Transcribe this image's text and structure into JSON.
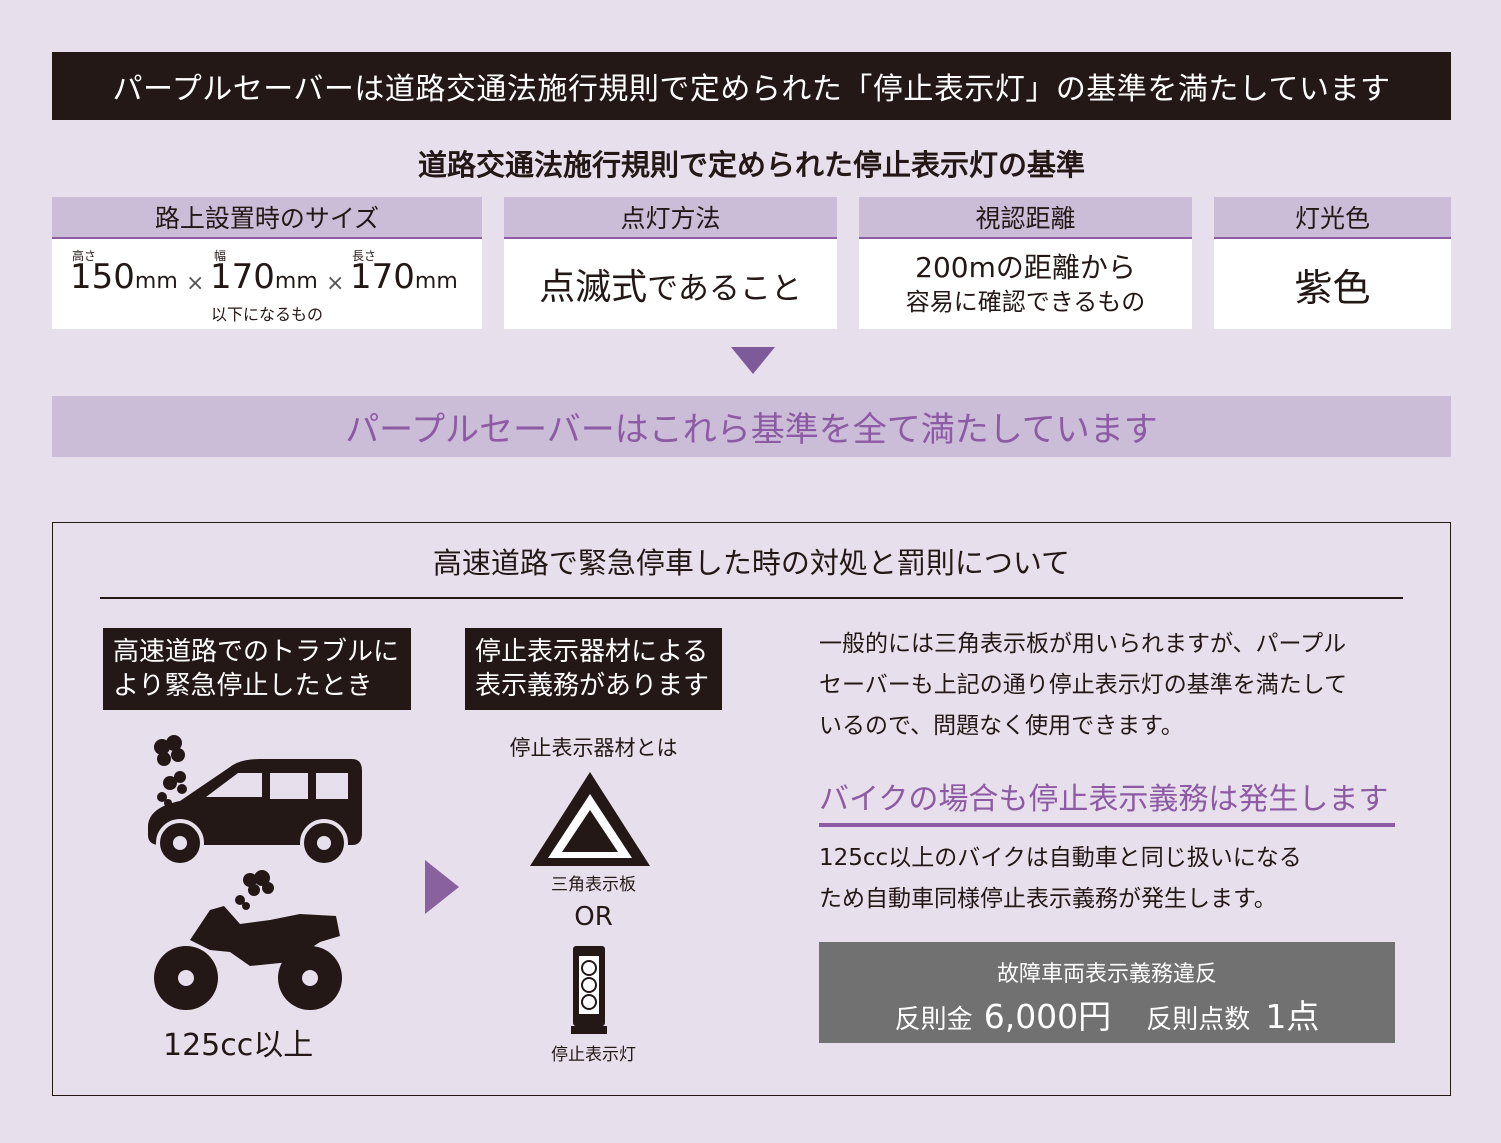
{
  "banner": {
    "text": "パープルセーバーは道路交通法施行規則で定められた「停止表示灯」の基準を満たしています"
  },
  "criteria": {
    "title": "道路交通法施行規則で定められた停止表示灯の基準",
    "size": {
      "heading": "路上設置時のサイズ",
      "height_label": "高さ",
      "height_value": "150",
      "width_label": "幅",
      "width_value": "170",
      "length_label": "長さ",
      "length_value": "170",
      "unit": "mm",
      "times": "×",
      "note": "以下になるもの"
    },
    "method": {
      "heading": "点灯方法",
      "value_main": "点滅式",
      "value_rest": "であること"
    },
    "distance": {
      "heading": "視認距離",
      "line1": "200mの距離から",
      "line2": "容易に確認できるもの"
    },
    "color": {
      "heading": "灯光色",
      "value": "紫色"
    }
  },
  "result": "パープルセーバーはこれら基準を全て満たしています",
  "emergency": {
    "title": "高速道路で緊急停車した時の対処と罰則について",
    "trouble_label_line1": "高速道路でのトラブルに",
    "trouble_label_line2": "より緊急停止したとき",
    "duty_label_line1": "停止表示器材による",
    "duty_label_line2": "表示義務があります",
    "equipment_caption": "停止表示器材とは",
    "triangle_label": "三角表示板",
    "or_text": "OR",
    "lamp_label": "停止表示灯",
    "bike_label": "125cc以上",
    "paragraph_line1": "一般的には三角表示板が用いられますが、パープル",
    "paragraph_line2": "セーバーも上記の通り停止表示灯の基準を満たして",
    "paragraph_line3": "いるので、問題なく使用できます。",
    "bike_heading": "バイクの場合も停止表示義務は発生します",
    "bike_line1": "125cc以上のバイクは自動車と同じ扱いになる",
    "bike_line2": "ため自動車同様停止表示義務が発生します。",
    "penalty": {
      "title": "故障車両表示義務違反",
      "fine_label": "反則金",
      "fine_value": "6,000円",
      "points_label": "反則点数",
      "points_value": "1点"
    }
  },
  "colors": {
    "background": "#e7dfeb",
    "dark": "#231815",
    "lavender": "#cbbcd8",
    "purple": "#8d5aa4",
    "gray": "#727171"
  }
}
